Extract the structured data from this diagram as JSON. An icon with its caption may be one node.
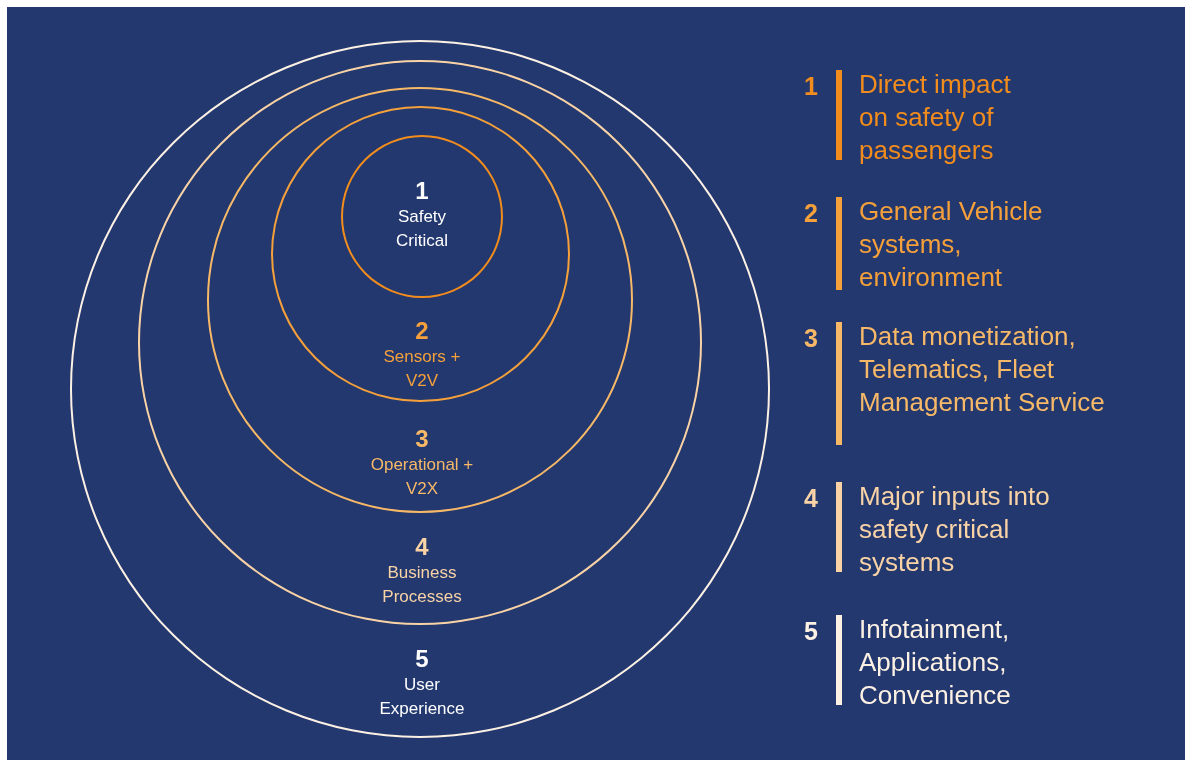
{
  "diagram": {
    "nodes": [
      {
        "text": [
          "5",
          "User Experience"
        ]
      },
      {
        "text": [
          "4",
          "Business Processes"
        ],
        "in": 0
      },
      {
        "text": [
          "3",
          "Operational + V2X"
        ],
        "in": 1
      },
      {
        "text": [
          "2",
          "Sensors + V2V"
        ],
        "in": 2
      },
      {
        "text": [
          "1",
          "Safety Critical"
        ],
        "in": 3
      }
    ],
    "labels": [
      "1",
      "Direct impact on safety of passengers",
      "2",
      "General Vehicle systems, environment",
      "3",
      "Data monetization, Telematics, Fleet Management Service",
      "4",
      "Major inputs into safety critical systems",
      "5",
      "Infotainment, Applications, Convenience"
    ]
  }
}
